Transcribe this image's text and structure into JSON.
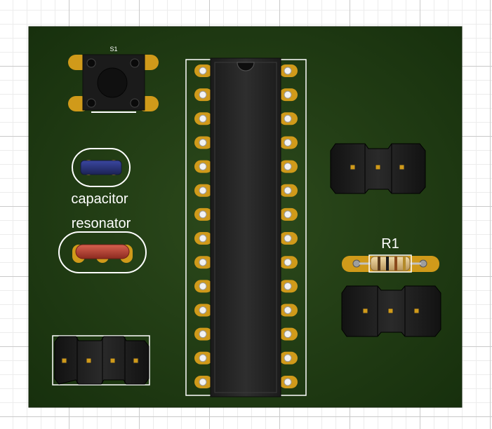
{
  "board": {
    "colors": {
      "substrate": "#1f3a14",
      "silkscreen": "#ffffff",
      "copper_pad": "#d09a1a",
      "chip_body": "#262626",
      "header_body": "#1a1a1a",
      "capacitor_body": "#27306e",
      "resonator_body": "#b5382c",
      "resistor_body": "#e2c48e"
    },
    "components": {
      "switch_label": "S1",
      "capacitor_label": "capacitor",
      "resonator_label": "resonator",
      "resistor_label": "R1"
    },
    "ic": {
      "pins_per_side": 14
    }
  }
}
